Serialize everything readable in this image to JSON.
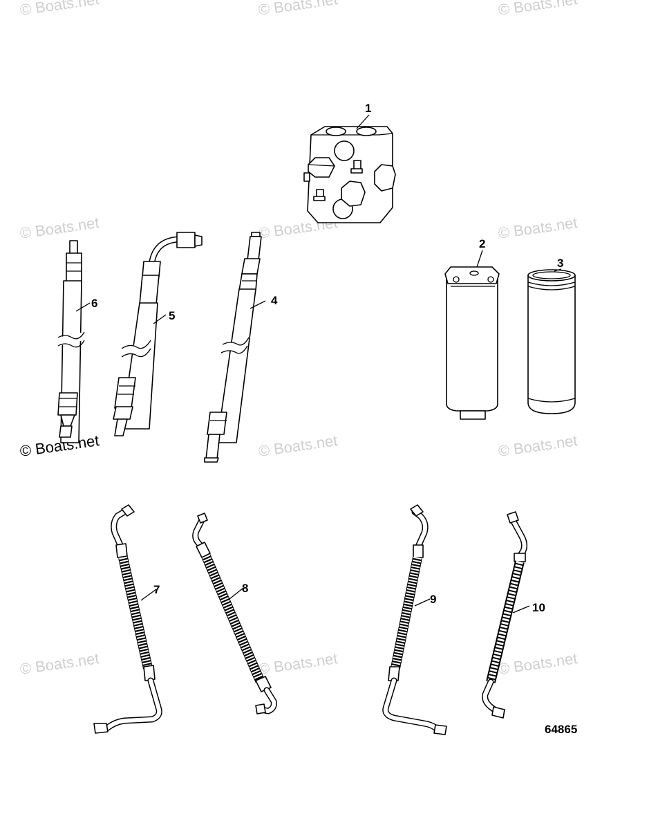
{
  "watermarks": [
    "© Boats.net",
    "© Boats.net",
    "© Boats.net",
    "© Boats.net",
    "© Boats.net",
    "© Boats.net",
    "© Boats.net",
    "© Boats.net",
    "© Boats.net",
    "© Boats.net",
    "© Boats.net",
    "© Boats.net"
  ],
  "callouts": {
    "p1": "1",
    "p2": "2",
    "p3": "3",
    "p4": "4",
    "p5": "5",
    "p6": "6",
    "p7": "7",
    "p8": "8",
    "p9": "9",
    "p10": "10"
  },
  "figure_number": "64865",
  "colors": {
    "line": "#000000",
    "background": "#ffffff",
    "watermark": "#cfcfcf"
  }
}
